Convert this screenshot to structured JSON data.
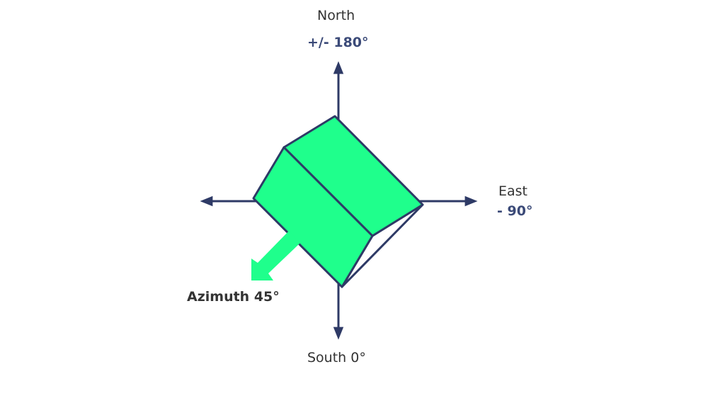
{
  "labels": {
    "north": "North",
    "north_angle": "+/- 180°",
    "east": "East",
    "east_angle": "- 90°",
    "south": "South 0°",
    "azimuth": "Azimuth 45°"
  },
  "colors": {
    "axis": "#2e3a66",
    "panel": "#1fff8c",
    "arrow": "#1fff8c"
  }
}
